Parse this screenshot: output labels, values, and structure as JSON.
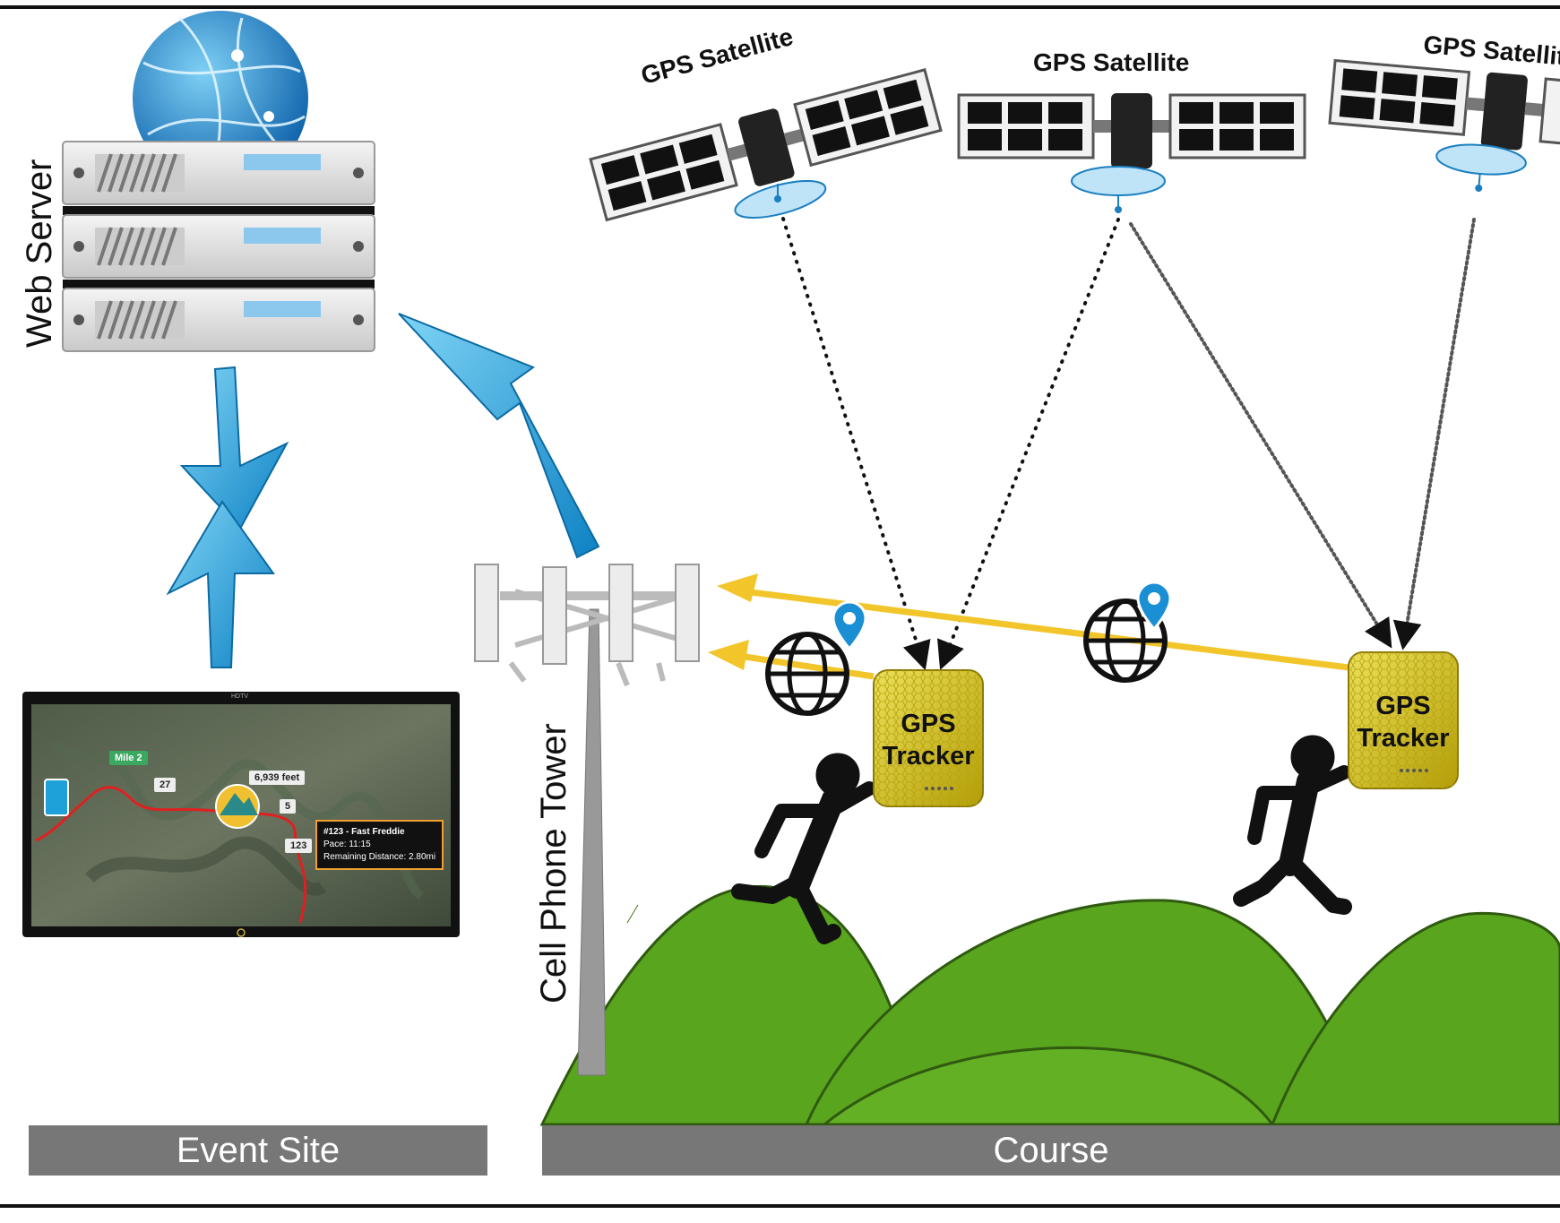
{
  "labels": {
    "web_server": "Web Server",
    "cell_tower": "Cell Phone Tower",
    "event_site": "Event Site",
    "course": "Course"
  },
  "satellites": [
    {
      "label": "GPS Satellite"
    },
    {
      "label": "GPS Satellite"
    },
    {
      "label": "GPS Satellite"
    }
  ],
  "trackers": [
    {
      "line1": "GPS",
      "line2": "Tracker"
    },
    {
      "line1": "GPS",
      "line2": "Tracker"
    }
  ],
  "screen": {
    "brand": "HDTV",
    "tag_mile": "Mile 2",
    "tag_27": "27",
    "tag_elev": "6,939 feet",
    "tag_5": "5",
    "tag_123": "123",
    "info_title": "#123 - Fast Freddie",
    "info_pace": "Pace: 11:15",
    "info_remaining": "Remaining Distance: 2.80mi"
  },
  "colors": {
    "arrow_blue": "#2aa6e0",
    "hill_green": "#5aa51e",
    "tracker_yellow": "#d9c21a",
    "signal_yellow": "#f2c52a",
    "label_gray": "#777777"
  }
}
